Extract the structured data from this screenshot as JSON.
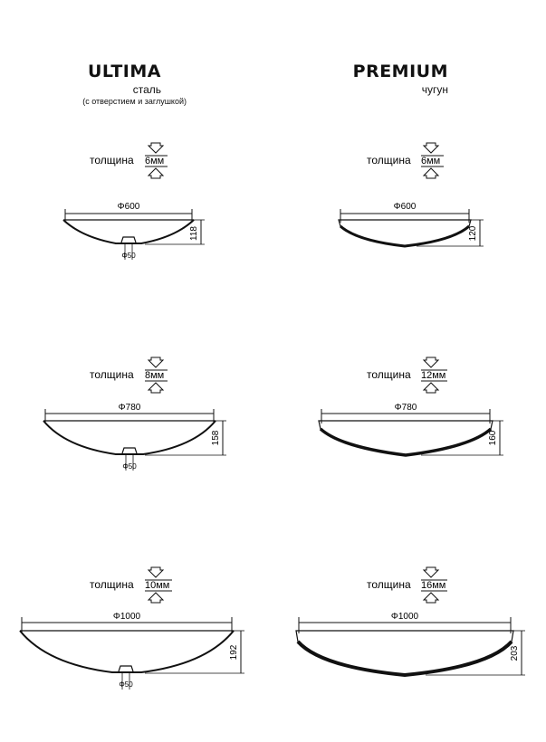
{
  "columns": [
    {
      "name": "ULTIMA",
      "material": "сталь",
      "note": "(с отверстием и заглушкой)"
    },
    {
      "name": "PREMIUM",
      "material": "чугун",
      "note": ""
    }
  ],
  "thickness_label": "толщина",
  "drain_label": "Φ50",
  "diagrams": [
    {
      "id": "u600",
      "diameter": "Φ600",
      "height": "118",
      "thickness": "6мм"
    },
    {
      "id": "p600",
      "diameter": "Φ600",
      "height": "120",
      "thickness": "6мм"
    },
    {
      "id": "u780",
      "diameter": "Φ780",
      "height": "158",
      "thickness": "8мм"
    },
    {
      "id": "p780",
      "diameter": "Φ780",
      "height": "160",
      "thickness": "12мм"
    },
    {
      "id": "u1000",
      "diameter": "Φ1000",
      "height": "192",
      "thickness": "10мм"
    },
    {
      "id": "p1000",
      "diameter": "Φ1000",
      "height": "203",
      "thickness": "16мм"
    }
  ]
}
